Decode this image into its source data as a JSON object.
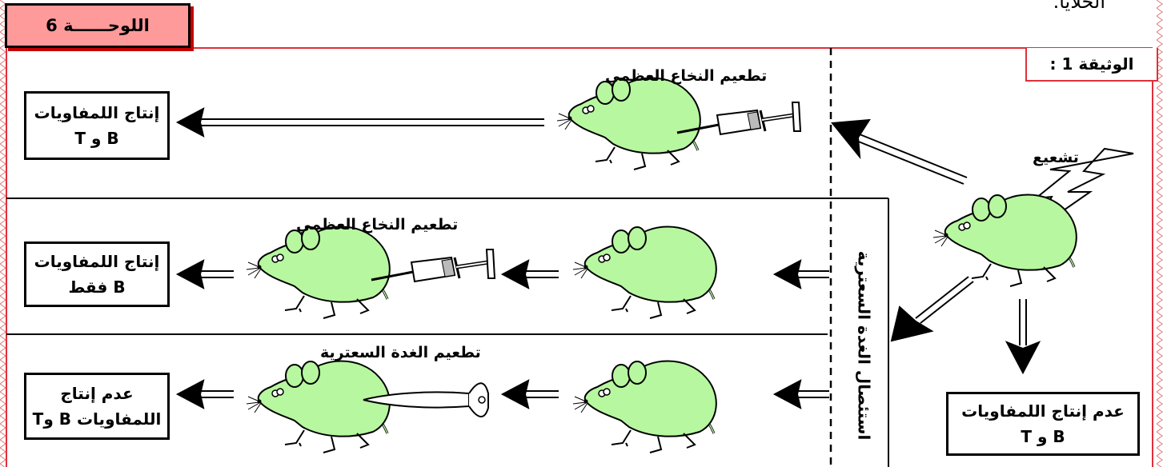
{
  "header": {
    "top_text": "الخلايا."
  },
  "plate": {
    "label": "اللوحــــــة 6"
  },
  "document": {
    "label": "الوثيقة 1 :"
  },
  "labels": {
    "irradiation": "تشعيع",
    "bone_marrow_graft_top": "تطعيم النخاع العظمي",
    "bone_marrow_graft_mid": "تطعيم النخاع العظمي",
    "thymus_graft": "تطعيم الغدة السعترية",
    "thymectomy": "استئصال الغدة السعترية"
  },
  "results": {
    "top": {
      "line1": "إنتاج اللمفاويات",
      "line2": "B و T"
    },
    "middle": {
      "line1": "إنتاج اللمفاويات",
      "line2": "B فقط"
    },
    "bottom": {
      "line1": "عدم إنتاج",
      "line2": "اللمفاويات B وT"
    },
    "irradiated": {
      "line1": "عدم إنتاج اللمفاويات",
      "line2": "B و T"
    }
  },
  "colors": {
    "mouse_fill": "#b7f7a0",
    "frame_red": "#e0303a",
    "plate_fill": "#ff9a9a"
  },
  "icons": [
    "mouse-icon",
    "syringe-icon",
    "lightning-icon",
    "forceps-icon",
    "double-arrow-icon"
  ]
}
